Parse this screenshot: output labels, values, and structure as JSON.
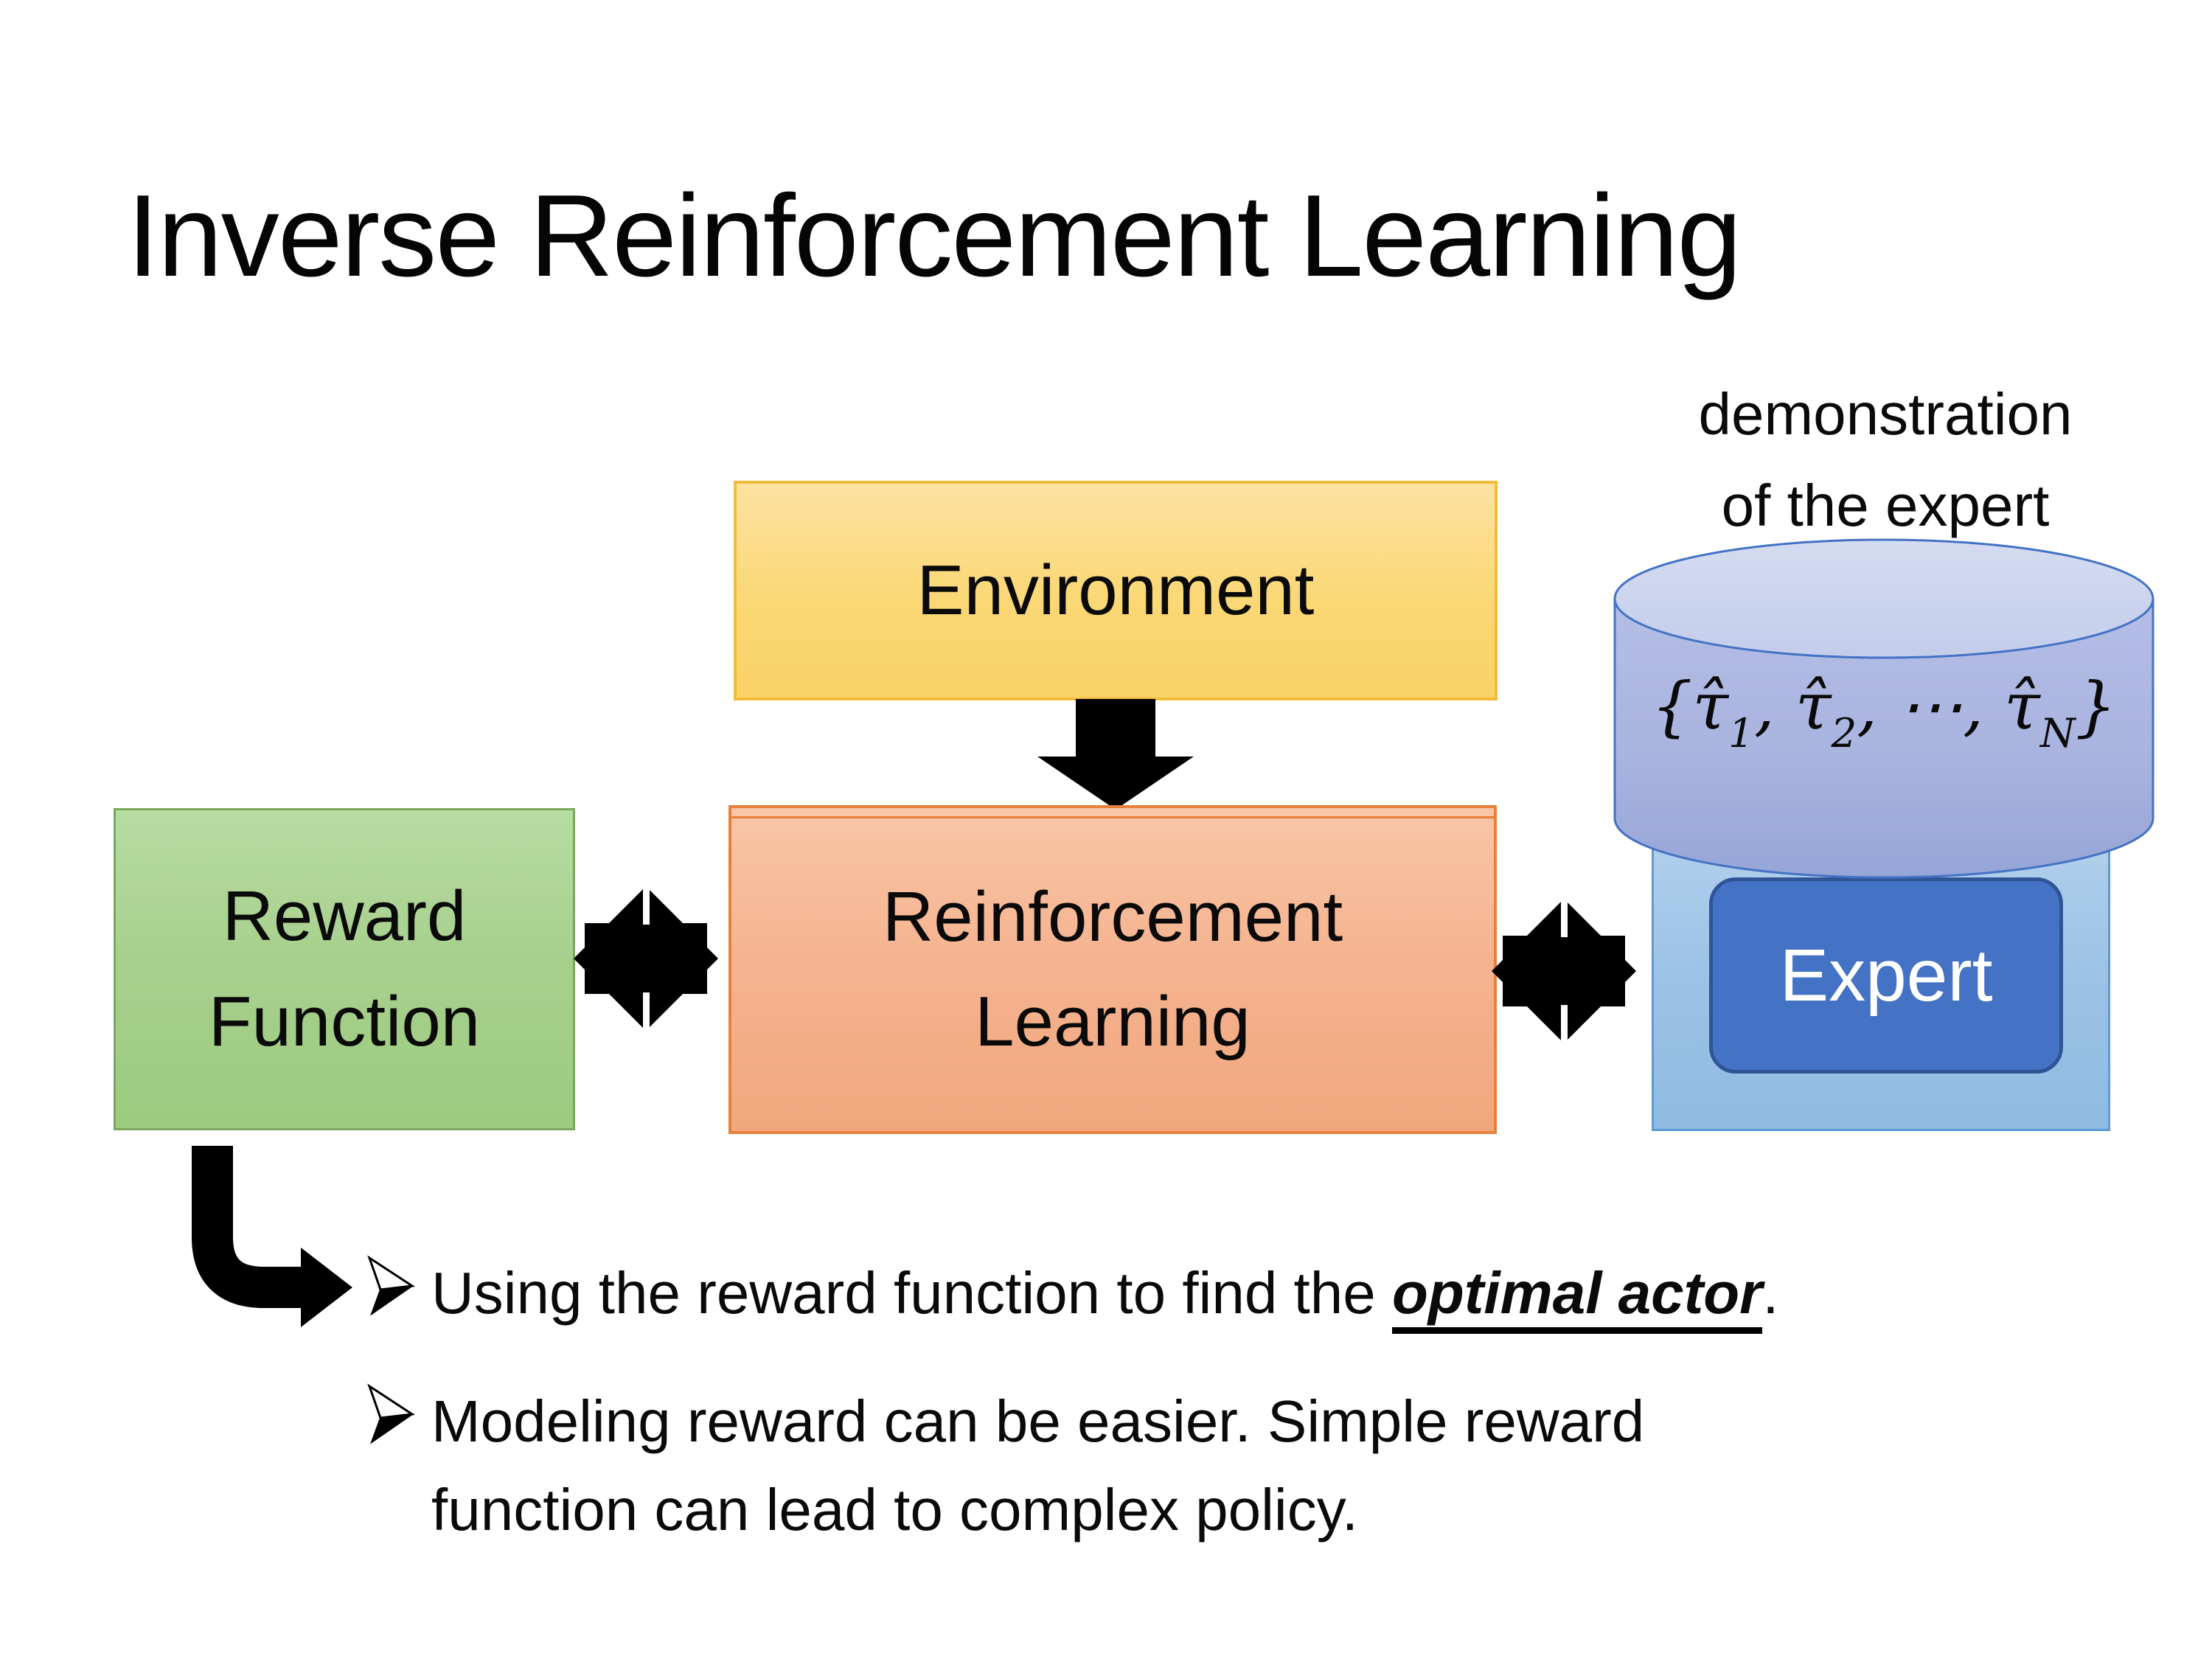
{
  "slide": {
    "title": "Inverse Reinforcement Learning"
  },
  "caption": {
    "line1": "demonstration",
    "line2": "of the expert"
  },
  "boxes": {
    "environment": {
      "label": "Environment",
      "fill": "#FBD875",
      "border": "#F2BC3B"
    },
    "reinforcement": {
      "line1": "Reinforcement",
      "line2": "Learning",
      "fill": "#F5B491",
      "border": "#E8803C"
    },
    "reward": {
      "line1": "Reward",
      "line2": "Function",
      "fill": "#A8D08D",
      "border": "#7CA65E"
    },
    "expert_panel": {
      "fill": "#9DC3E6",
      "border": "#5B9BD5"
    },
    "expert": {
      "label": "Expert",
      "fill": "#4472C4",
      "border": "#2F5597",
      "text_color": "#FFFFFF"
    }
  },
  "dataset": {
    "open": "{",
    "tau1": "τ̂",
    "sub1": "1",
    "comma1": ", ",
    "tau2": "τ̂",
    "sub2": "2",
    "comma2": ", ",
    "dots": "⋯",
    "comma3": ", ",
    "tauN": "τ̂",
    "subN": "N",
    "close": "}",
    "fill_top": "#CED6EF",
    "fill_body": "#A9B4DF",
    "stroke": "#4472C4"
  },
  "arrows": {
    "color": "#000000"
  },
  "bullets": {
    "marker_icon": "right-arrowhead-dart",
    "item1": {
      "prefix": "Using the reward function to find the ",
      "emphasis": "optimal actor",
      "suffix": "."
    },
    "item2": {
      "line1": "Modeling reward can be easier. Simple reward",
      "line2": "function can lead to complex policy."
    }
  }
}
